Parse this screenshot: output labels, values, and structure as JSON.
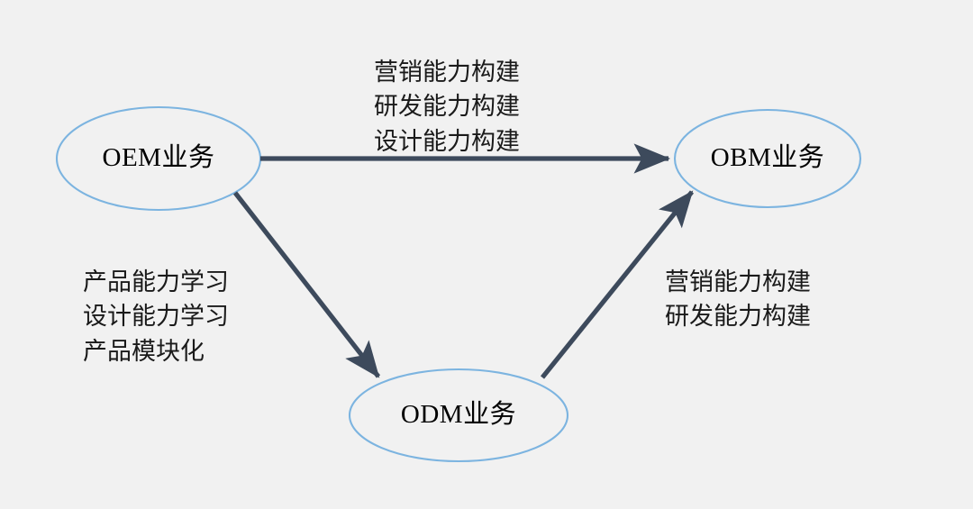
{
  "diagram": {
    "background_color": "#f1f1f1",
    "node_fill": "#f1f1f1",
    "node_stroke": "#7cb4e0",
    "edge_color": "#3d4a5c",
    "text_color": "#000000",
    "nodes": [
      {
        "id": "oem",
        "label": "OEM业务"
      },
      {
        "id": "obm",
        "label": "OBM业务"
      },
      {
        "id": "odm",
        "label": "ODM业务"
      }
    ],
    "edges": [
      {
        "id": "oem-to-obm",
        "from": "OEM业务",
        "to": "OBM业务",
        "lines": [
          "营销能力构建",
          "研发能力构建",
          "设计能力构建"
        ]
      },
      {
        "id": "oem-to-odm",
        "from": "OEM业务",
        "to": "ODM业务",
        "lines": [
          "产品能力学习",
          "设计能力学习",
          "产品模块化"
        ]
      },
      {
        "id": "odm-to-obm",
        "from": "ODM业务",
        "to": "OBM业务",
        "lines": [
          "营销能力构建",
          "研发能力构建"
        ]
      }
    ]
  }
}
